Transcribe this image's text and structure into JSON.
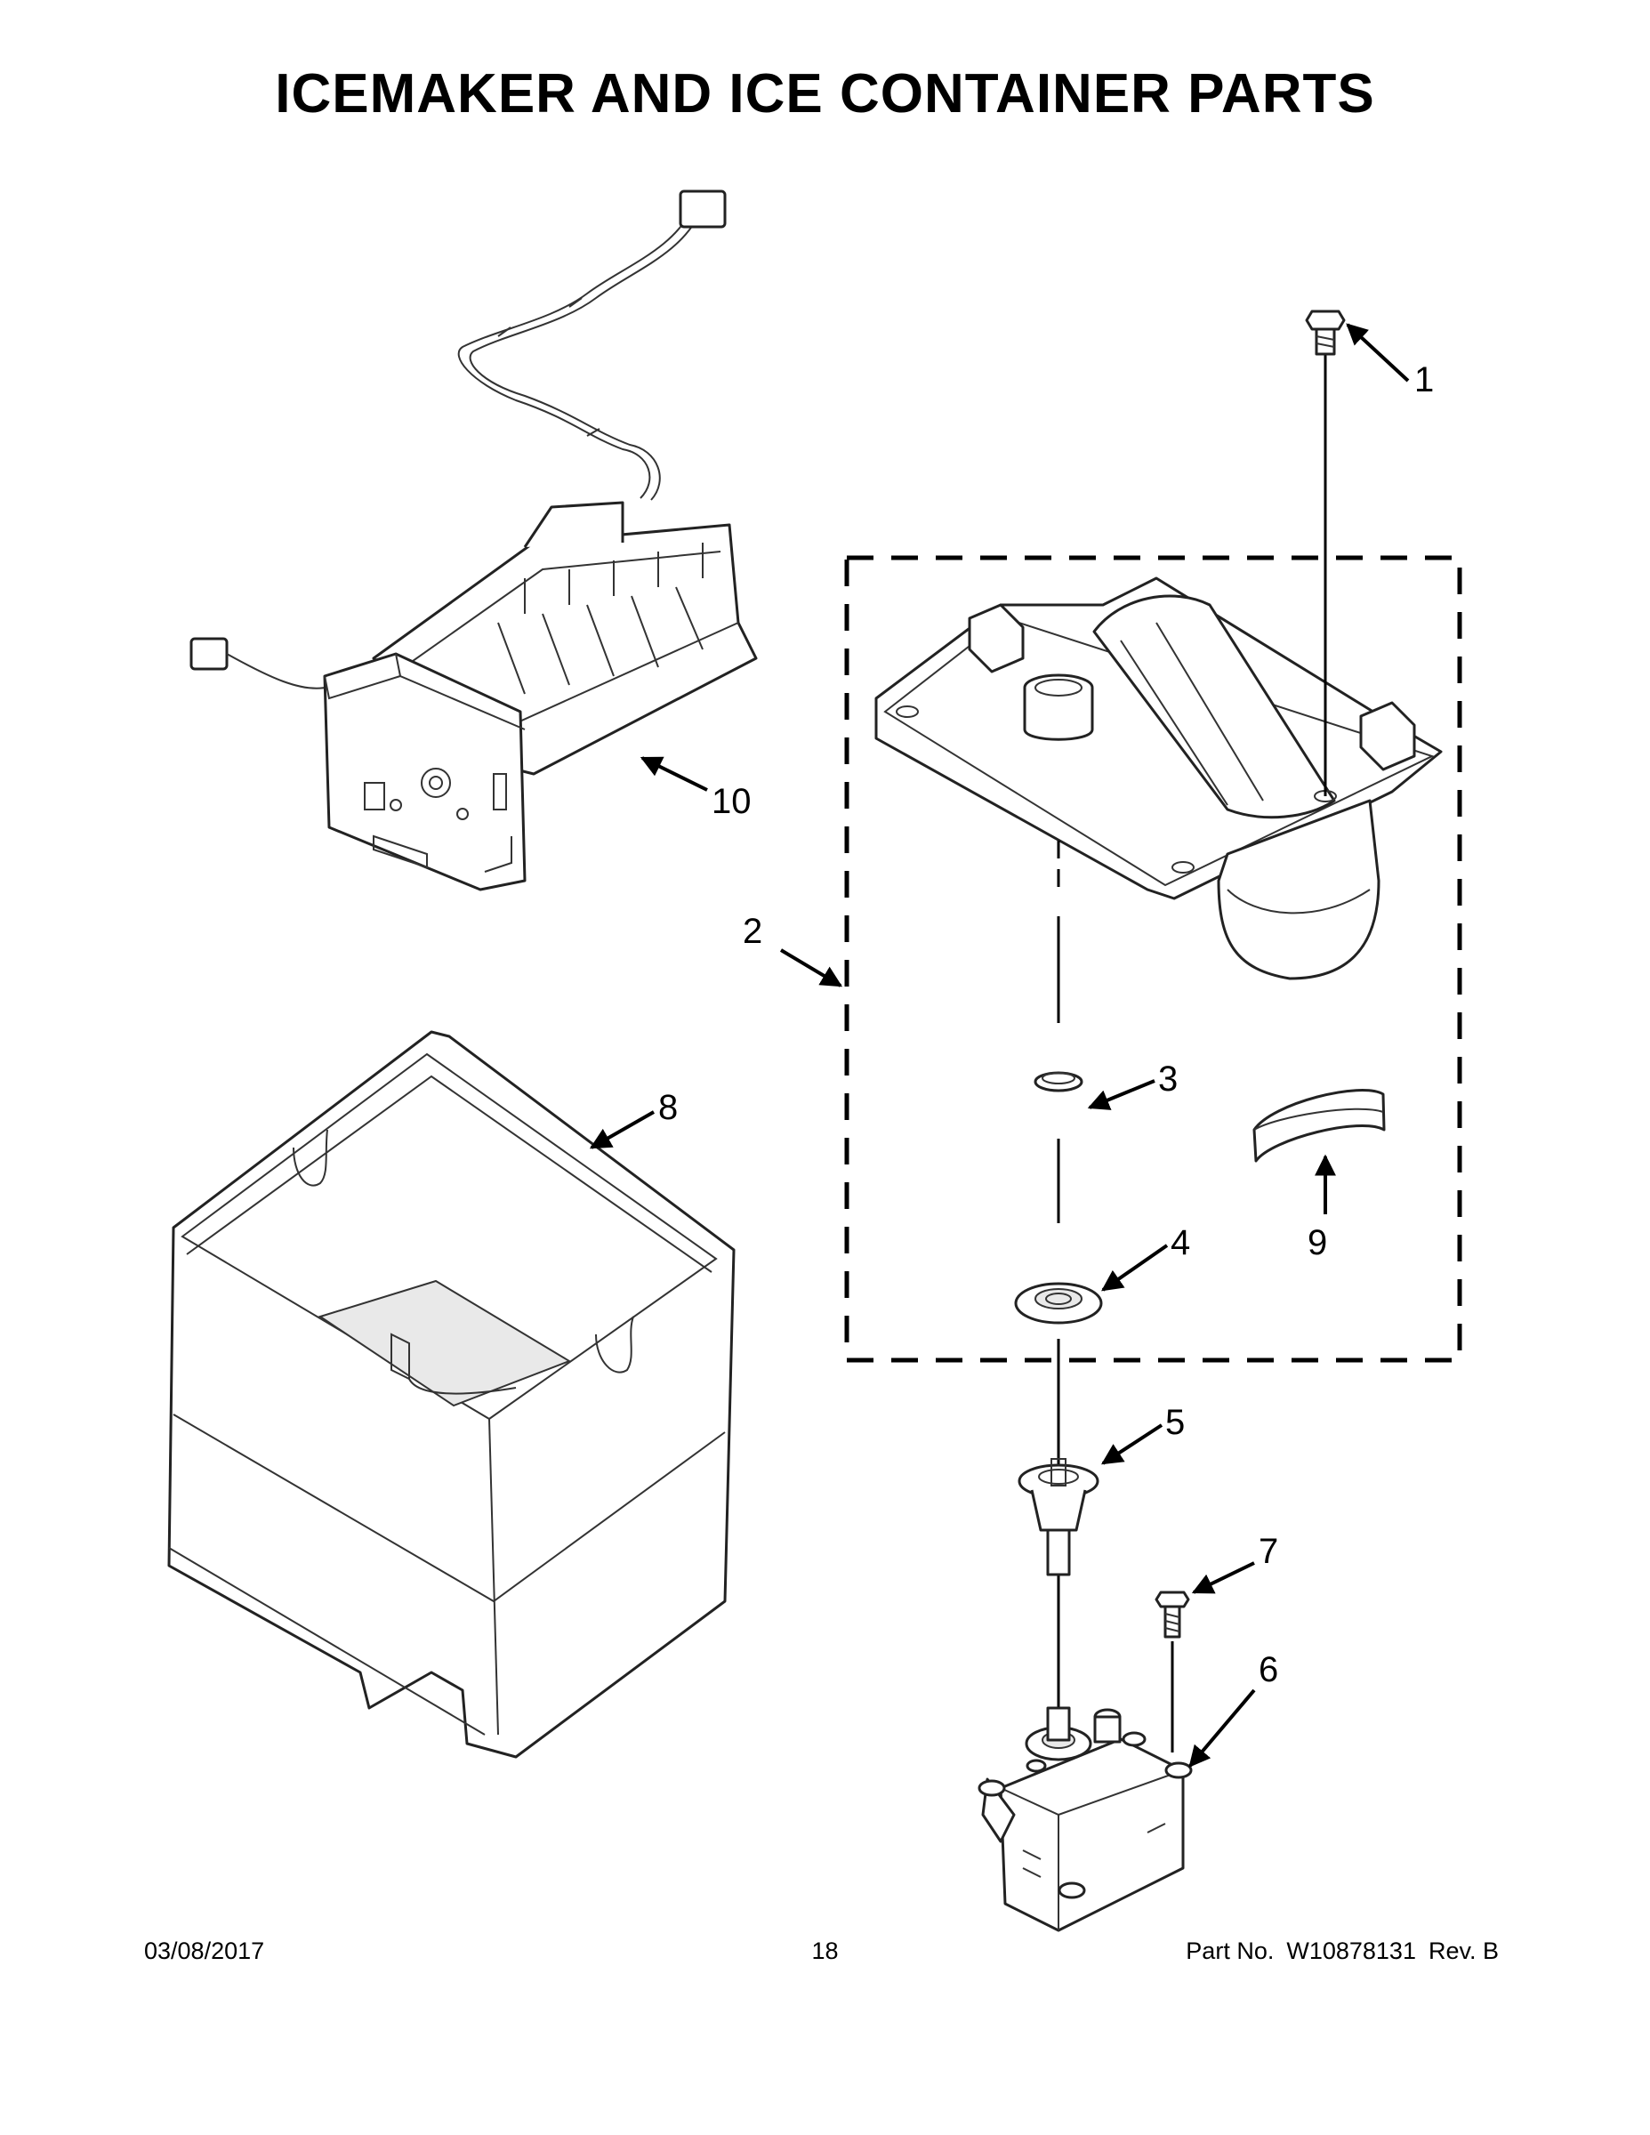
{
  "title": "ICEMAKER AND ICE CONTAINER PARTS",
  "callouts": {
    "c1": "1",
    "c2": "2",
    "c3": "3",
    "c4": "4",
    "c5": "5",
    "c6": "6",
    "c7": "7",
    "c8": "8",
    "c9": "9",
    "c10": "10"
  },
  "footer": {
    "date": "03/08/2017",
    "page": "18",
    "part_label": "Part No.",
    "part_number": "W10878131",
    "revision": "Rev.  B"
  }
}
